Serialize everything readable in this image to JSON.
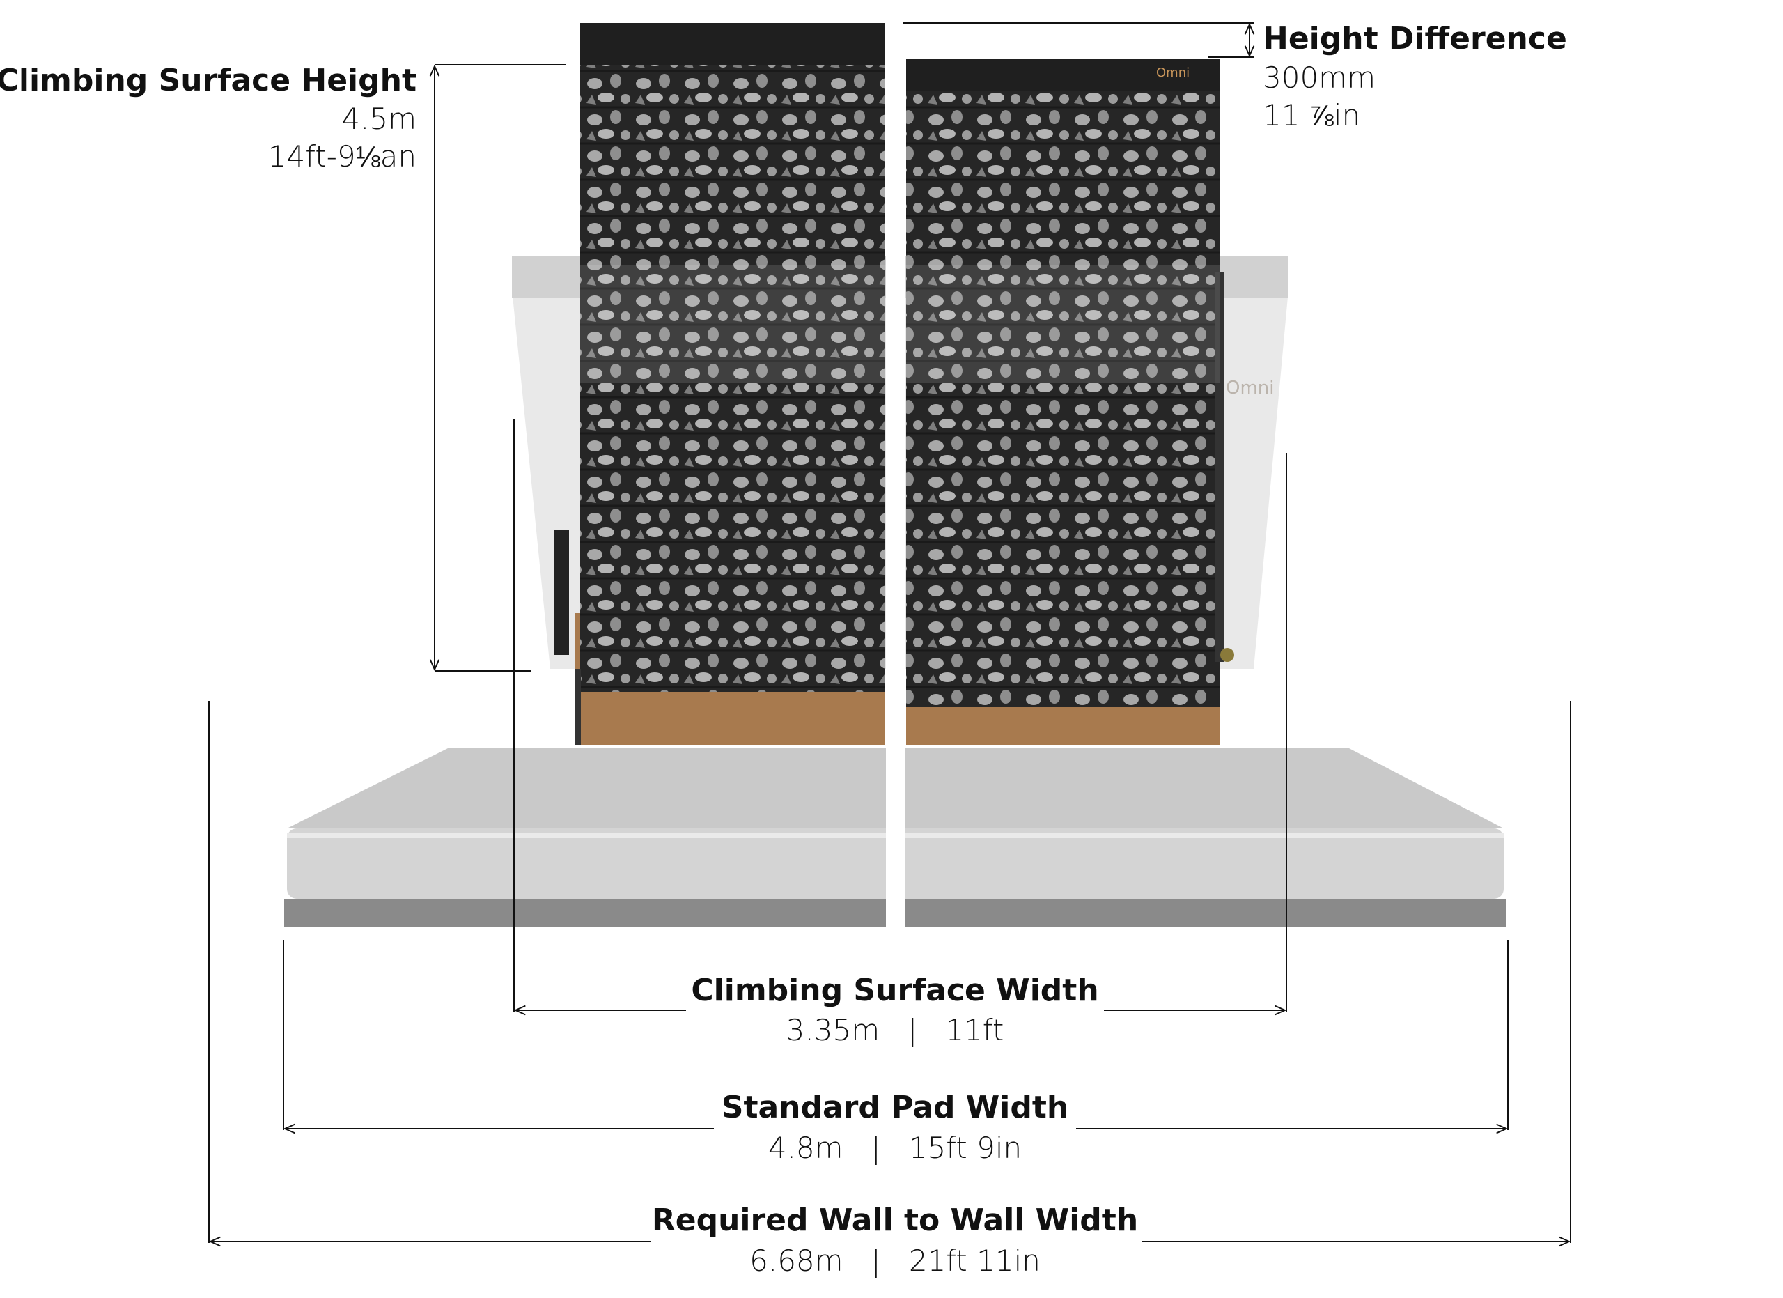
{
  "brand": "Omni",
  "dimensions": {
    "surface_height": {
      "title": "Climbing Surface Height",
      "metric": "4.5m",
      "imperial": "14ft-9⅛an"
    },
    "height_difference": {
      "title": "Height Difference",
      "metric": "300mm",
      "imperial": "11 ⅞in"
    },
    "surface_width": {
      "title": "Climbing Surface Width",
      "value": "3.35m   |   11ft"
    },
    "pad_width": {
      "title": "Standard Pad Width",
      "value": "4.8m   |   15ft 9in"
    },
    "wall_to_wall": {
      "title": "Required Wall to Wall Width",
      "value": "6.68m   |   21ft 11in"
    }
  },
  "colors": {
    "panel": "#2a2a2a",
    "hold": "#9a9a9a",
    "mat_top": "#c9c9c9",
    "mat_front": "#d6d6d6",
    "mat_base": "#8a8a8a",
    "wood": "#a87a4e"
  }
}
